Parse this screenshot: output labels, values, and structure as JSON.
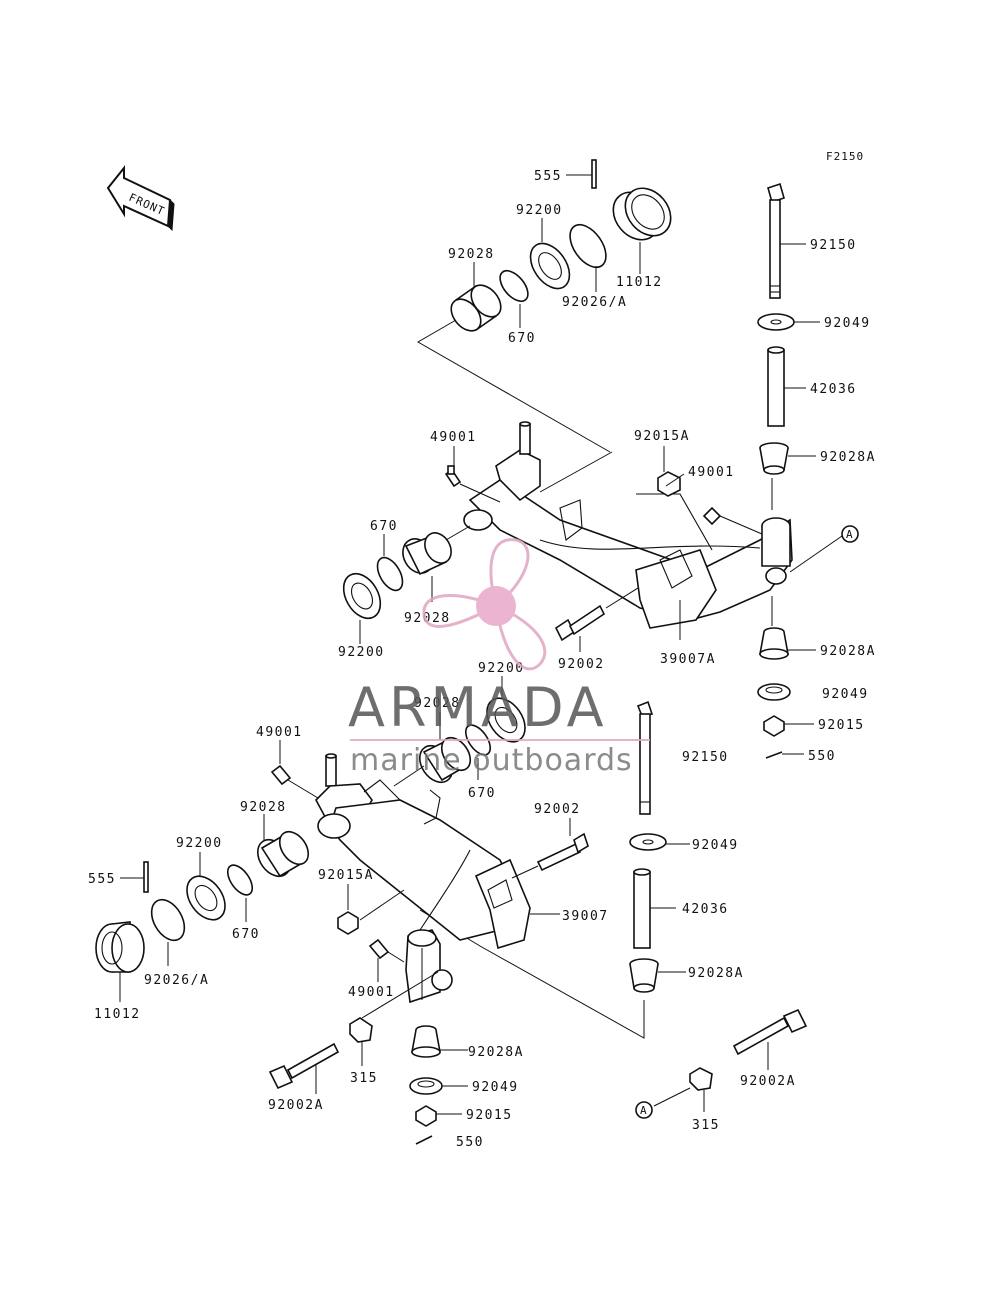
{
  "figure_code": "F2150",
  "front_label": "FRONT",
  "watermark": {
    "brand": "ARMADA",
    "tagline": "marine outboards"
  },
  "callout_letter": "A",
  "labels": {
    "l555_top": "555",
    "l92200_top": "92200",
    "l11012_top": "11012",
    "l92028_top": "92028",
    "l670_top": "670",
    "l92026A_top": "92026/A",
    "l92150_top": "92150",
    "l92049_top": "92049",
    "l42036_top": "42036",
    "l92028A_top": "92028A",
    "l49001_top": "49001",
    "l92015A_top": "92015A",
    "l49001_top_right": "49001",
    "l670_mid": "670",
    "l92028_mid": "92028",
    "l92200_mid": "92200",
    "l92002_mid": "92002",
    "l39007A": "39007A",
    "l92028A_mid": "92028A",
    "l92049_mid": "92049",
    "l92015_mid": "92015",
    "l550_mid": "550",
    "l92150_mid": "92150",
    "l92200_low": "92200",
    "l92028_low": "92028",
    "l670_low": "670",
    "l49001_low": "49001",
    "l92028_left": "92028",
    "l92200_left": "92200",
    "l555_left": "555",
    "l92002_low": "92002",
    "l92049_low": "92049",
    "l92015A_low": "92015A",
    "l39007": "39007",
    "l42036_low": "42036",
    "l670_left": "670",
    "l92026A_low": "92026/A",
    "l11012_low": "11012",
    "l49001_bottom": "49001",
    "l92028A_low": "92028A",
    "l92028A_bottom": "92028A",
    "l315_left": "315",
    "l92002A_left": "92002A",
    "l92049_bottom": "92049",
    "l92015_bottom": "92015",
    "l550_bottom": "550",
    "l92002A_right": "92002A",
    "l315_right": "315"
  }
}
